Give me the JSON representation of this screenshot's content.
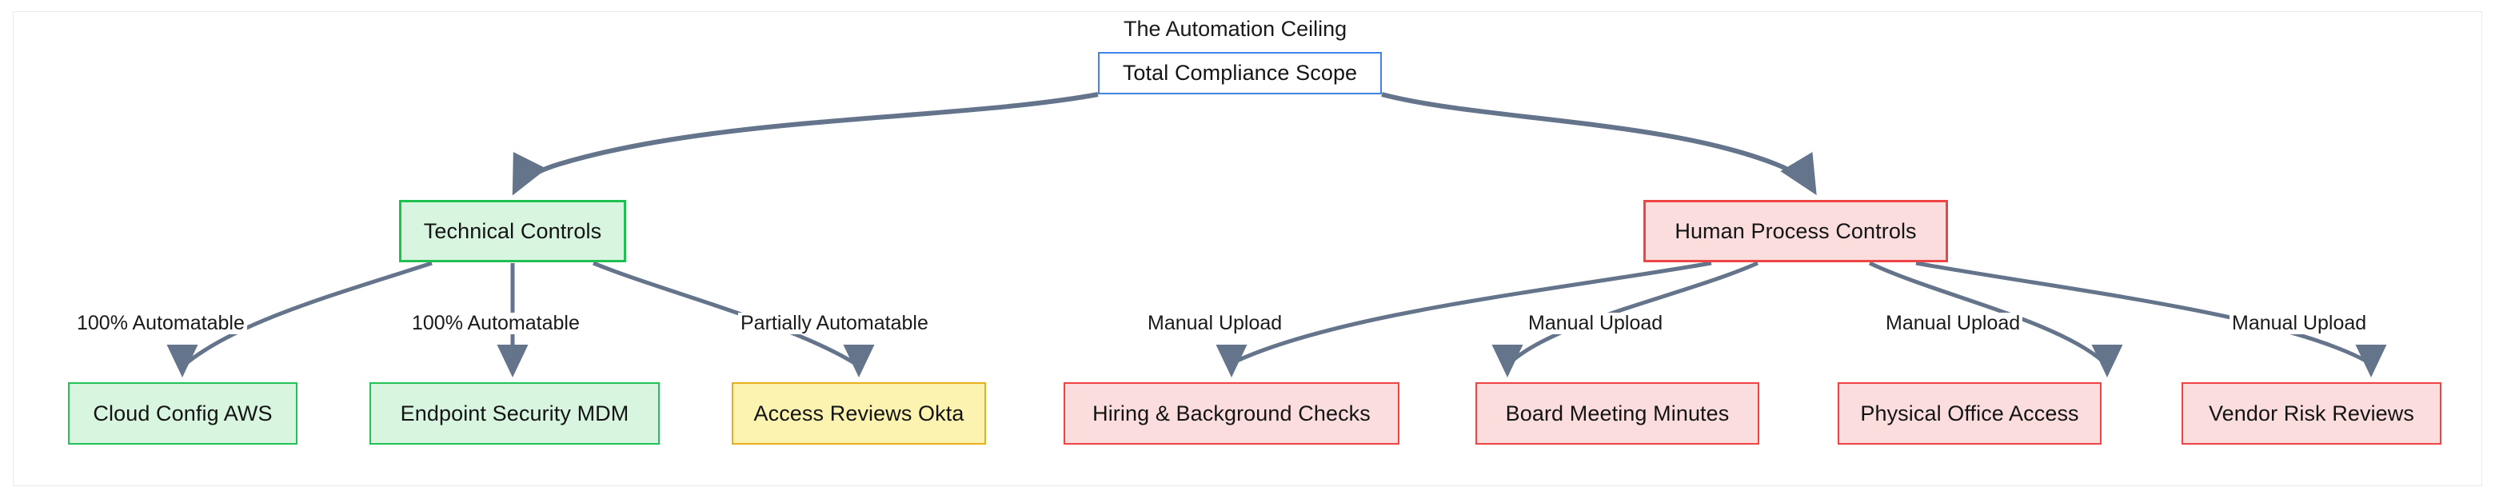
{
  "diagram": {
    "title": "The Automation Ceiling",
    "type": "flowchart-tree",
    "direction": "top-down",
    "colors": {
      "edge": "#64748b",
      "root_border": "#3d85e8",
      "root_fill": "#ffffff",
      "green_border": "#1fc04f",
      "green_fill": "#d8f5e0",
      "red_border": "#ef4444",
      "red_fill": "#fbdddd",
      "yellow_border": "#e8ae1b",
      "yellow_fill": "#fcf3b0",
      "frame_border": "#e9e9e9",
      "text": "#141414"
    },
    "nodes": {
      "root": {
        "label": "Total Compliance Scope",
        "style": "root"
      },
      "technical": {
        "label": "Technical Controls",
        "style": "green"
      },
      "human": {
        "label": "Human Process Controls",
        "style": "red"
      },
      "leaves": [
        {
          "label": "Cloud Config AWS",
          "style": "green-leaf",
          "parent": "Technical Controls",
          "edge_label": "100% Automatable"
        },
        {
          "label": "Endpoint Security MDM",
          "style": "green-leaf",
          "parent": "Technical Controls",
          "edge_label": "100% Automatable"
        },
        {
          "label": "Access Reviews Okta",
          "style": "yellow-leaf",
          "parent": "Technical Controls",
          "edge_label": "Partially Automatable"
        },
        {
          "label": "Hiring & Background Checks",
          "style": "red-leaf",
          "parent": "Human Process Controls",
          "edge_label": "Manual Upload"
        },
        {
          "label": "Board Meeting Minutes",
          "style": "red-leaf",
          "parent": "Human Process Controls",
          "edge_label": "Manual Upload"
        },
        {
          "label": "Physical Office Access",
          "style": "red-leaf",
          "parent": "Human Process Controls",
          "edge_label": "Manual Upload"
        },
        {
          "label": "Vendor Risk Reviews",
          "style": "red-leaf",
          "parent": "Human Process Controls",
          "edge_label": "Manual Upload"
        }
      ]
    },
    "edge_labels": {
      "e0": "100% Automatable",
      "e1": "100% Automatable",
      "e2": "Partially Automatable",
      "e3": "Manual Upload",
      "e4": "Manual Upload",
      "e5": "Manual Upload",
      "e6": "Manual Upload"
    }
  }
}
